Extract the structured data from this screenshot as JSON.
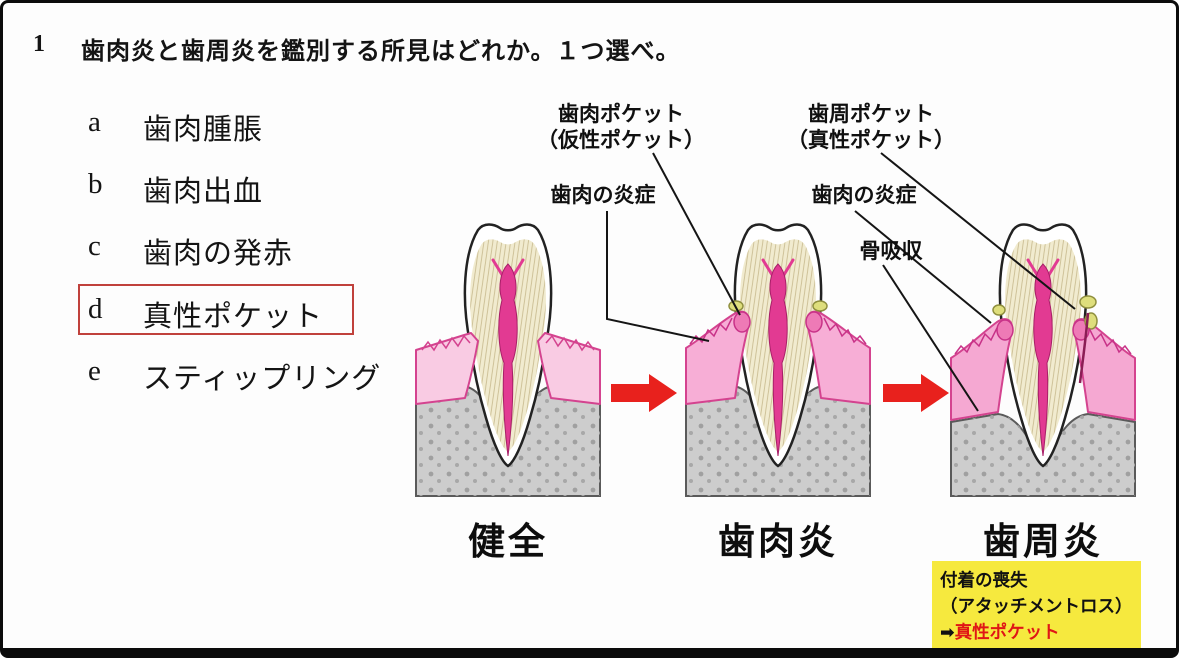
{
  "question": {
    "number": "1",
    "text": "歯肉炎と歯周炎を鑑別する所見はどれか。１つ選べ。"
  },
  "options": [
    {
      "letter": "a",
      "text": "歯肉腫脹",
      "boxed": false
    },
    {
      "letter": "b",
      "text": "歯肉出血",
      "boxed": false
    },
    {
      "letter": "c",
      "text": "歯肉の発赤",
      "boxed": false
    },
    {
      "letter": "d",
      "text": "真性ポケット",
      "boxed": true
    },
    {
      "letter": "e",
      "text": "スティップリング",
      "boxed": false
    }
  ],
  "diagram": {
    "stages": [
      {
        "caption": "健全"
      },
      {
        "caption": "歯肉炎"
      },
      {
        "caption": "歯周炎"
      }
    ],
    "labels": {
      "pocket_left_line1": "歯肉ポケット",
      "pocket_left_line2": "（仮性ポケット）",
      "inflammation_left": "歯肉の炎症",
      "pocket_right_line1": "歯周ポケット",
      "pocket_right_line2": "（真性ポケット）",
      "inflammation_right": "歯肉の炎症",
      "bone_resorption": "骨吸収"
    }
  },
  "note_box": {
    "line1": "付着の喪失",
    "line2": "（アタッチメントロス）",
    "arrow_glyph": "➡",
    "highlight": "真性ポケット"
  },
  "colors": {
    "arrow_red": "#e8211d",
    "note_bg": "#f6e93e",
    "highlight_red": "#e01616",
    "answer_box_border": "#c0413c",
    "gum_pink": "#f9cbe3",
    "inflamed_gum_pink": "#f7aed6",
    "bone_gray": "#cdcdcd",
    "pulp_pink": "#e23a92",
    "tartar_yellow": "#dede7c"
  }
}
